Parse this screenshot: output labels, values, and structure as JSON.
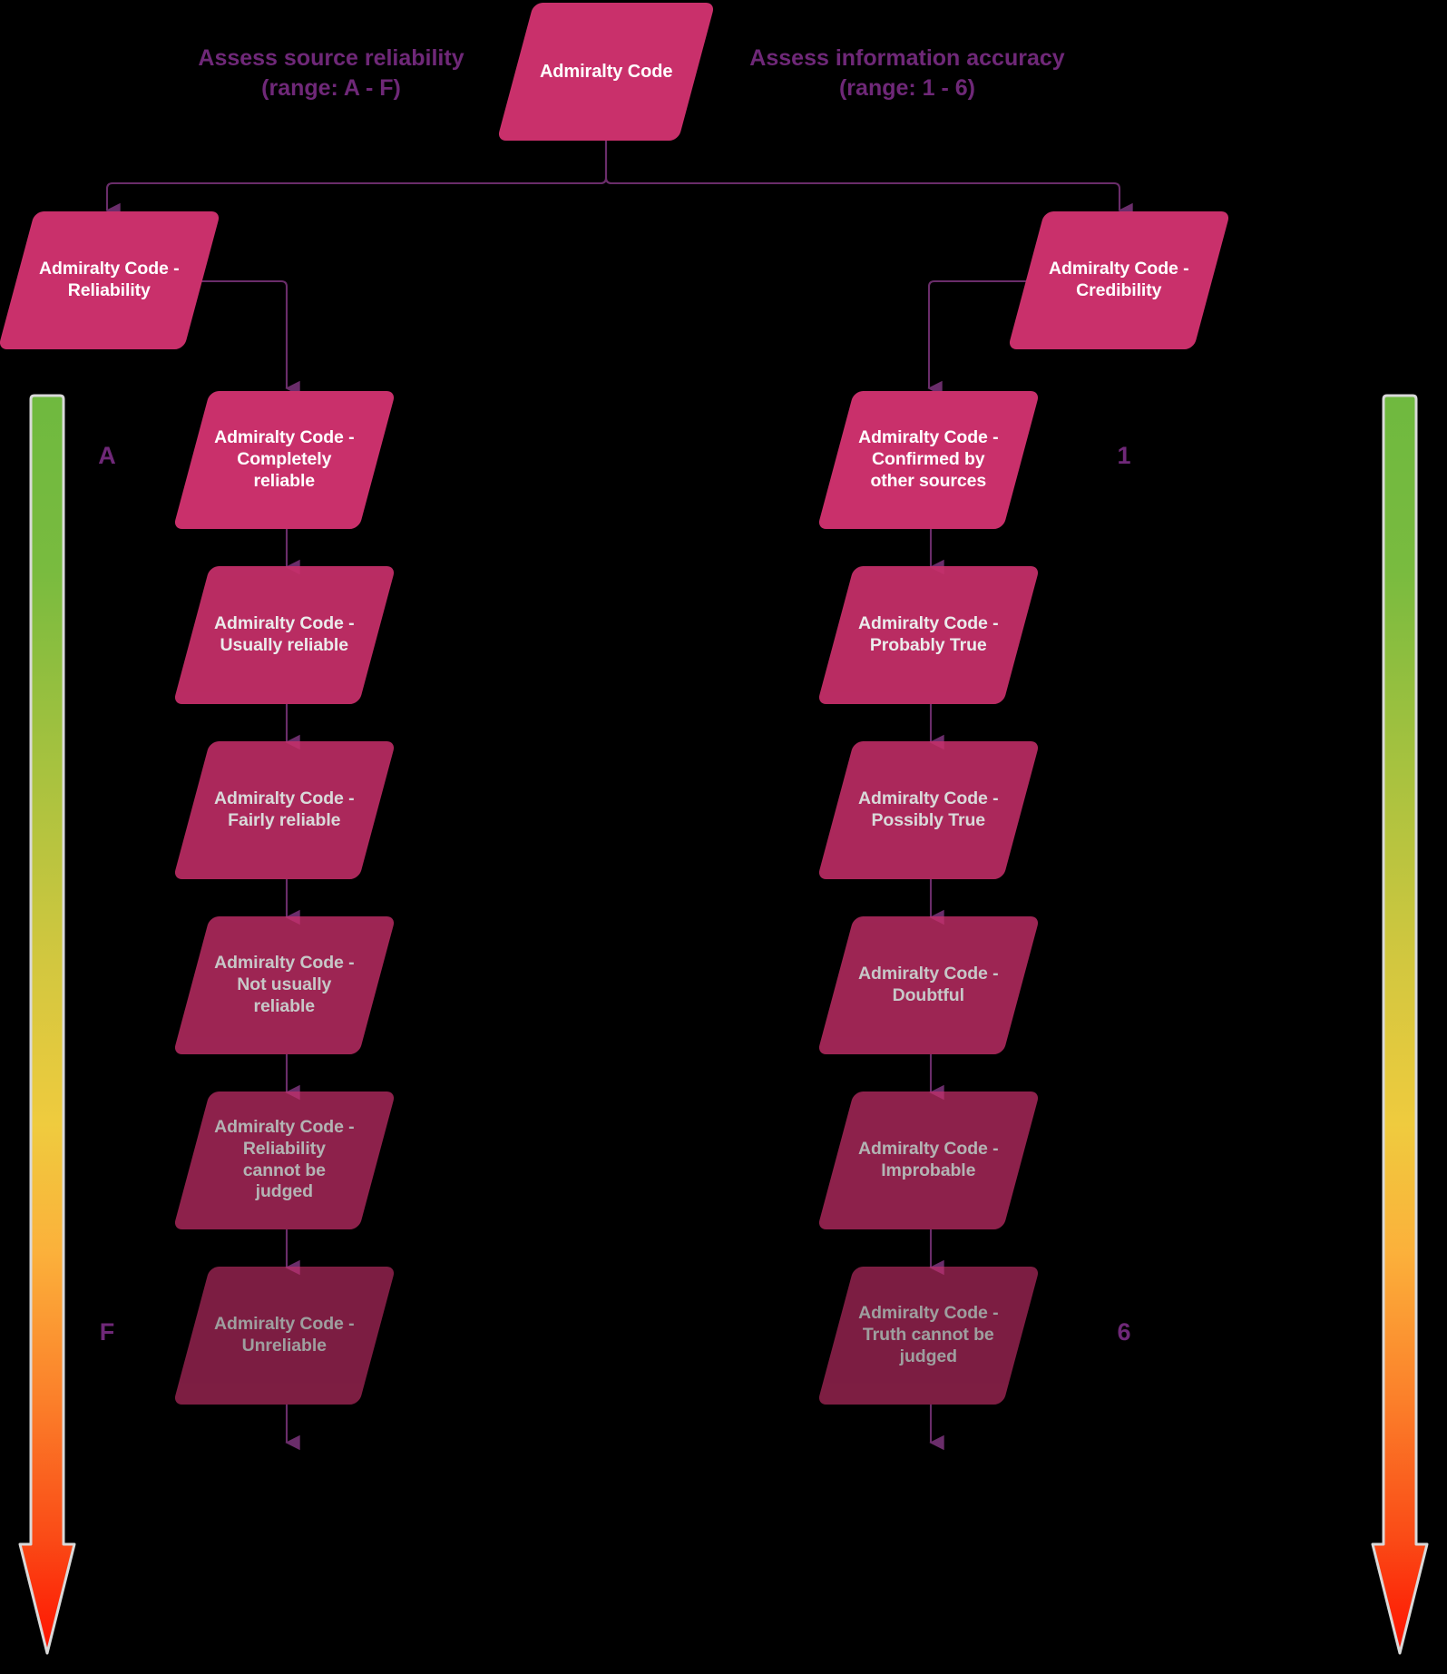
{
  "diagram": {
    "title": "Admiralty Code",
    "background": "#000000",
    "node_color": "#C9306B",
    "edge_color": "#6A2D6A",
    "label_color": "#6F2878",
    "node_text_color": "#FFFFFF"
  },
  "headlines": {
    "left": "Assess source reliability\n(range: A - F)",
    "right": "Assess information accuracy\n(range: 1 - 6)"
  },
  "root": {
    "label": "Admiralty Code"
  },
  "branches": {
    "left": {
      "label": "Admiralty Code -\nReliability"
    },
    "right": {
      "label": "Admiralty Code -\nCredibility"
    }
  },
  "scale_marks": {
    "left_top": "A",
    "left_bottom": "F",
    "right_top": "1",
    "right_bottom": "6"
  },
  "gradient_arrow": {
    "stops": [
      "#6FB93F",
      "#8FBB3F",
      "#C9C63F",
      "#F2CC3F",
      "#FBB03B",
      "#FB8B2E",
      "#FA5A1E",
      "#FF1A00"
    ],
    "border": "#D9D9D9",
    "direction": "top-to-bottom"
  },
  "left_column": [
    {
      "label": "Admiralty Code -\nCompletely\nreliable",
      "opacity": 1.0
    },
    {
      "label": "Admiralty Code -\nUsually reliable",
      "opacity": 0.92
    },
    {
      "label": "Admiralty Code -\nFairly reliable",
      "opacity": 0.85
    },
    {
      "label": "Admiralty Code -\nNot usually\nreliable",
      "opacity": 0.78
    },
    {
      "label": "Admiralty Code -\nReliability\ncannot be\njudged",
      "opacity": 0.7
    },
    {
      "label": "Admiralty Code -\nUnreliable",
      "opacity": 0.62
    }
  ],
  "right_column": [
    {
      "label": "Admiralty Code -\nConfirmed by\nother sources",
      "opacity": 1.0
    },
    {
      "label": "Admiralty Code -\nProbably True",
      "opacity": 0.92
    },
    {
      "label": "Admiralty Code -\nPossibly True",
      "opacity": 0.85
    },
    {
      "label": "Admiralty Code -\nDoubtful",
      "opacity": 0.78
    },
    {
      "label": "Admiralty Code -\nImprobable",
      "opacity": 0.7
    },
    {
      "label": "Admiralty Code -\nTruth cannot be\njudged",
      "opacity": 0.62
    }
  ]
}
